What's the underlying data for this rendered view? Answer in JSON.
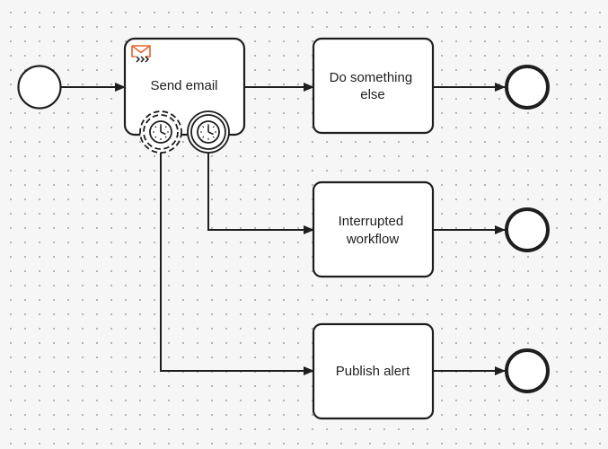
{
  "diagram": {
    "tasks": {
      "send_email": {
        "label": "Send email"
      },
      "do_something_else": {
        "lines": [
          "Do something",
          "else"
        ]
      },
      "interrupted_workflow": {
        "lines": [
          "Interrupted",
          "workflow"
        ]
      },
      "publish_alert": {
        "label": "Publish alert"
      }
    },
    "events": [
      {
        "name": "start-event",
        "kind": "start"
      },
      {
        "name": "end-event-1",
        "kind": "end"
      },
      {
        "name": "end-event-2",
        "kind": "end"
      },
      {
        "name": "end-event-3",
        "kind": "end"
      }
    ],
    "boundary_events": [
      {
        "name": "non-interrupting-timer",
        "kind": "timer",
        "interrupting": false
      },
      {
        "name": "interrupting-timer",
        "kind": "timer",
        "interrupting": true
      }
    ],
    "icons": {
      "task_type": "send-envelope-icon",
      "timer": "clock-icon"
    },
    "colors": {
      "stroke": "#1e1e1e",
      "task_fill": "#ffffff",
      "send_icon": "#e8642a",
      "background": "#f6f6f6"
    }
  }
}
